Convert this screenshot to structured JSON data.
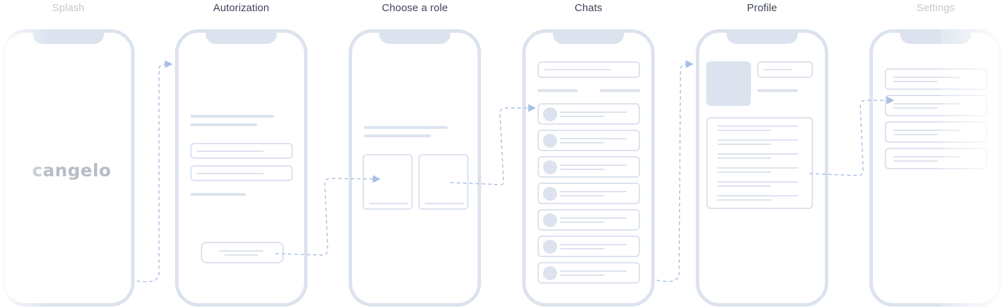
{
  "screens": [
    {
      "id": "splash",
      "title": "Splash",
      "faded": true,
      "logo_text": "cangelo"
    },
    {
      "id": "authorization",
      "title": "Autorization",
      "faded": false
    },
    {
      "id": "choose-role",
      "title": "Choose a role",
      "faded": false
    },
    {
      "id": "chats",
      "title": "Chats",
      "faded": false,
      "chat_items_count": 7
    },
    {
      "id": "profile",
      "title": "Profile",
      "faded": false,
      "info_rows_count": 6
    },
    {
      "id": "settings",
      "title": "Settings",
      "faded": true,
      "setting_items_count": 4
    }
  ],
  "flow": [
    {
      "from": "splash",
      "to": "authorization"
    },
    {
      "from": "authorization",
      "to": "choose-role"
    },
    {
      "from": "choose-role",
      "to": "chats"
    },
    {
      "from": "chats",
      "to": "profile"
    },
    {
      "from": "profile",
      "to": "settings"
    }
  ],
  "colors": {
    "wireframe": "#dce3ee",
    "arrow": "#a9bfe3",
    "title": "#3b4454",
    "title_faded": "#c3c7cf"
  }
}
